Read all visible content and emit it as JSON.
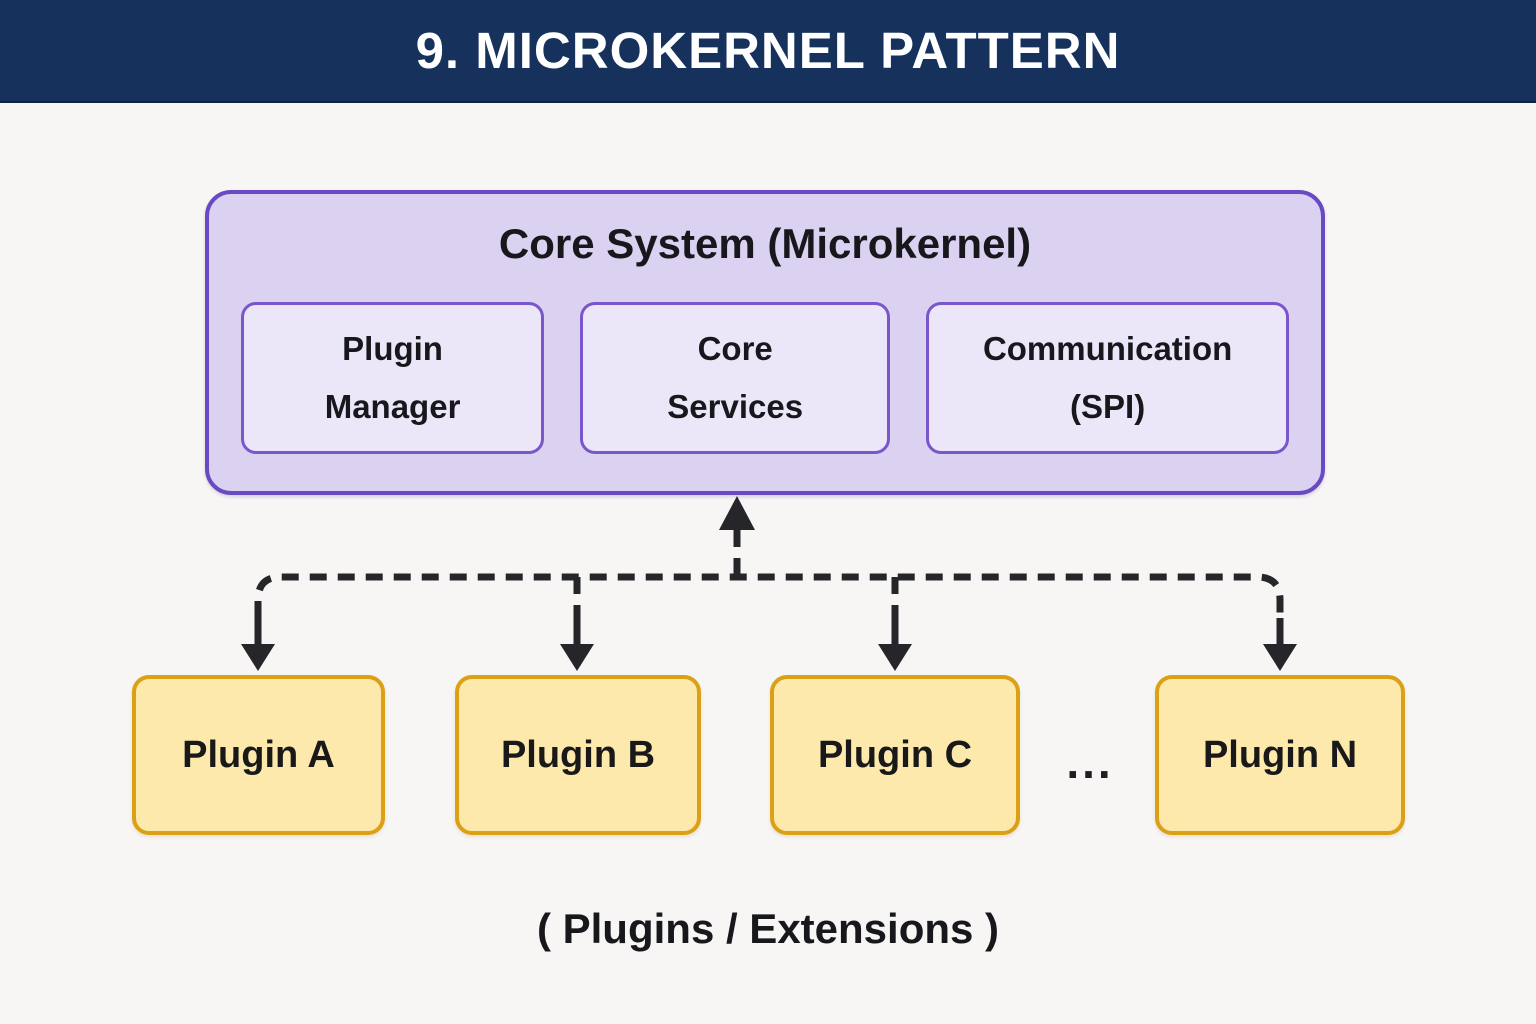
{
  "header": {
    "title": "9. MICROKERNEL PATTERN"
  },
  "core": {
    "title": "Core System (Microkernel)",
    "components": [
      {
        "label": "Plugin\nManager"
      },
      {
        "label": "Core\nServices"
      },
      {
        "label": "Communication\n(SPI)"
      }
    ]
  },
  "plugins": {
    "items": [
      {
        "label": "Plugin A"
      },
      {
        "label": "Plugin B"
      },
      {
        "label": "Plugin C"
      },
      {
        "label": "Plugin N"
      }
    ],
    "ellipsis": "...",
    "caption": "( Plugins / Extensions )"
  },
  "colors": {
    "header_bg": "#16325c",
    "page_bg": "#f7f6f4",
    "core_fill": "#dbd1f1",
    "core_border": "#6a4ac2",
    "sub_fill": "#ebe6f8",
    "sub_border": "#7a56cc",
    "plugin_fill": "#fce9ab",
    "plugin_border": "#dca016",
    "connector": "#26262a",
    "text_dark": "#17171c",
    "header_text": "#ffffff"
  }
}
